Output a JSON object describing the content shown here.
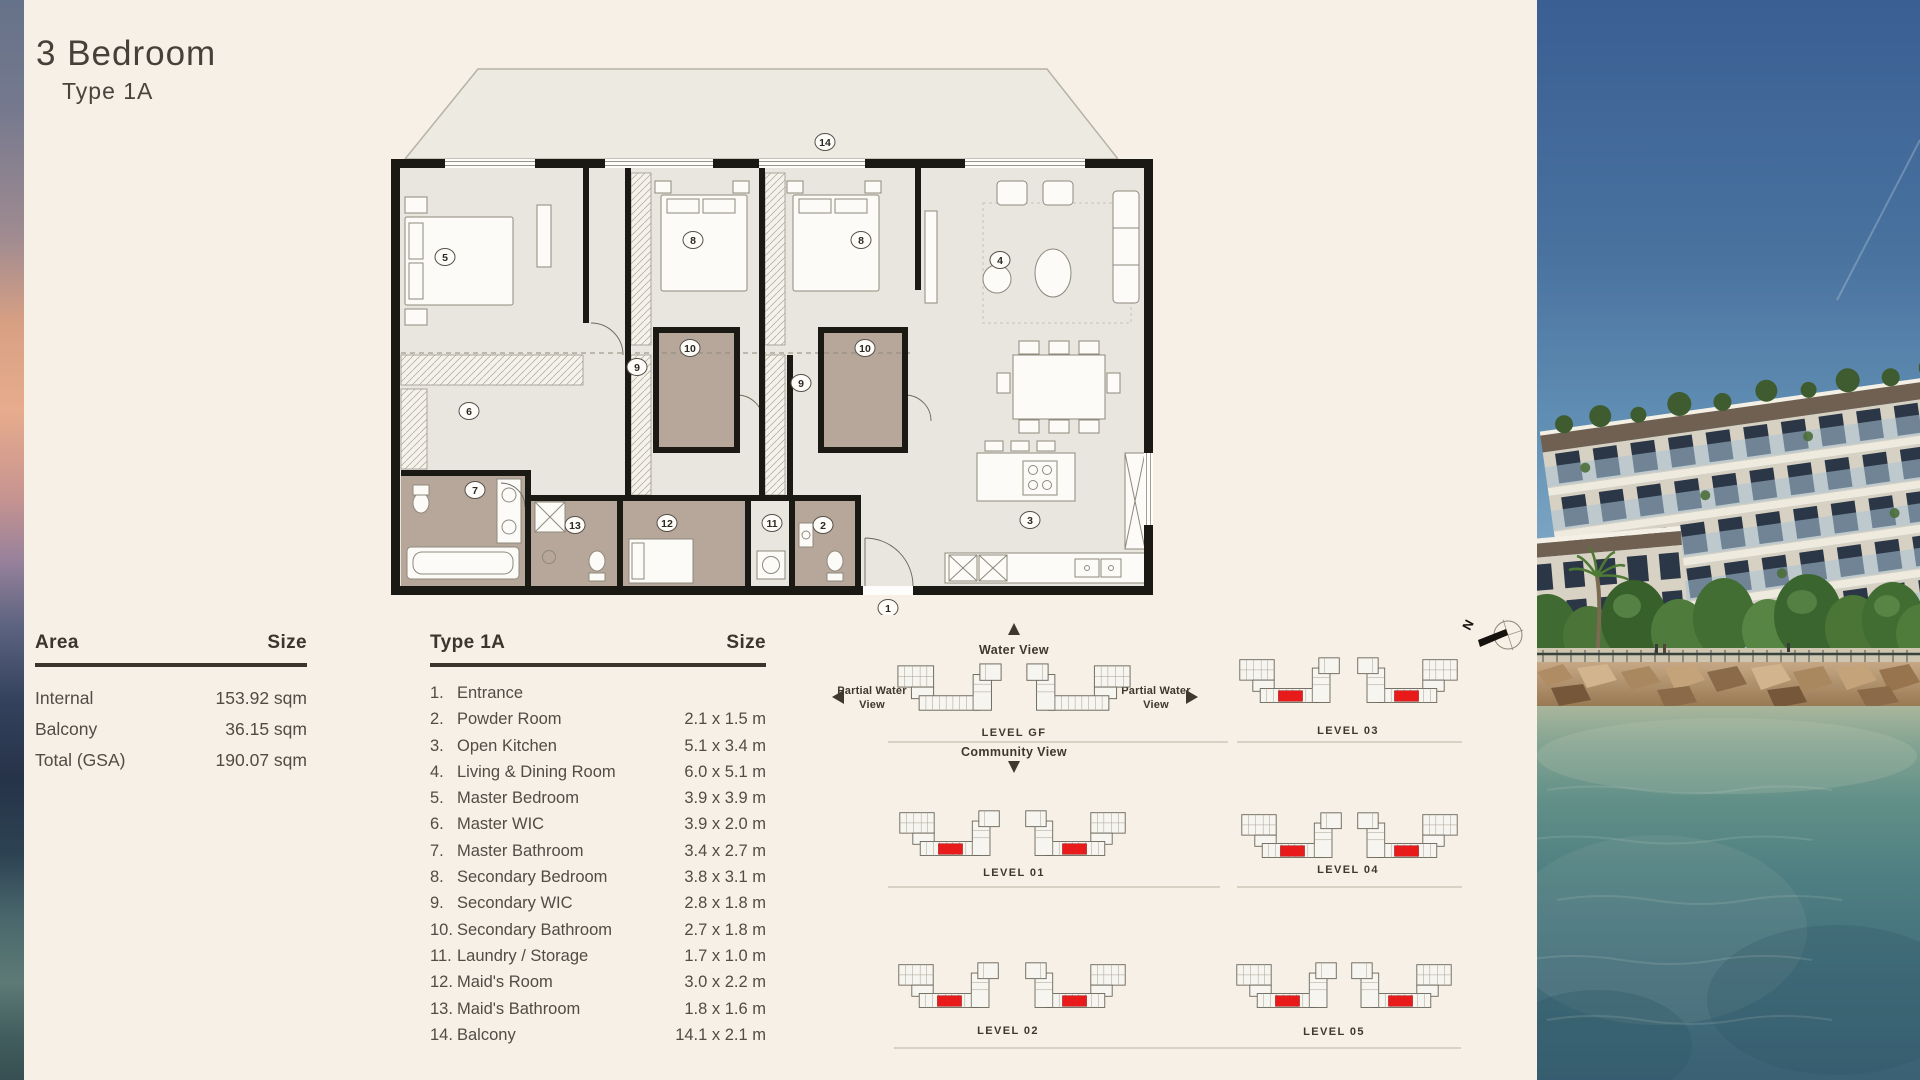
{
  "page": {
    "title": "3 Bedroom",
    "subtitle": "Type 1A"
  },
  "area_table": {
    "col_label": "Area",
    "col_size": "Size",
    "rows": [
      {
        "label": "Internal",
        "size": "153.92 sqm"
      },
      {
        "label": "Balcony",
        "size": "36.15 sqm"
      },
      {
        "label": "Total (GSA)",
        "size": "190.07 sqm"
      }
    ]
  },
  "type_table": {
    "col_label": "Type 1A",
    "col_size": "Size",
    "rows": [
      {
        "num": "1.",
        "label": "Entrance",
        "size": ""
      },
      {
        "num": "2.",
        "label": "Powder Room",
        "size": "2.1 x 1.5 m"
      },
      {
        "num": "3.",
        "label": "Open Kitchen",
        "size": "5.1 x 3.4 m"
      },
      {
        "num": "4.",
        "label": "Living & Dining Room",
        "size": "6.0 x 5.1 m"
      },
      {
        "num": "5.",
        "label": "Master Bedroom",
        "size": "3.9 x 3.9 m"
      },
      {
        "num": "6.",
        "label": "Master WIC",
        "size": "3.9 x 2.0 m"
      },
      {
        "num": "7.",
        "label": "Master Bathroom",
        "size": "3.4 x 2.7 m"
      },
      {
        "num": "8.",
        "label": "Secondary Bedroom",
        "size": "3.8 x 3.1 m"
      },
      {
        "num": "9.",
        "label": "Secondary WIC",
        "size": "2.8 x 1.8 m"
      },
      {
        "num": "10.",
        "label": "Secondary Bathroom",
        "size": "2.7 x 1.8 m"
      },
      {
        "num": "11.",
        "label": "Laundry / Storage",
        "size": "1.7 x 1.0 m"
      },
      {
        "num": "12.",
        "label": "Maid's Room",
        "size": "3.0 x 2.2 m"
      },
      {
        "num": "13.",
        "label": "Maid's Bathroom",
        "size": "1.8 x 1.6 m"
      },
      {
        "num": "14.",
        "label": "Balcony",
        "size": "14.1 x 2.1 m"
      }
    ]
  },
  "plan": {
    "badges": [
      {
        "n": "14"
      },
      {
        "n": "5"
      },
      {
        "n": "8"
      },
      {
        "n": "8"
      },
      {
        "n": "4"
      },
      {
        "n": "10"
      },
      {
        "n": "9"
      },
      {
        "n": "10"
      },
      {
        "n": "9"
      },
      {
        "n": "6"
      },
      {
        "n": "7"
      },
      {
        "n": "13"
      },
      {
        "n": "12"
      },
      {
        "n": "11"
      },
      {
        "n": "2"
      },
      {
        "n": "3"
      },
      {
        "n": "1"
      }
    ]
  },
  "levels": {
    "compass": {
      "water": "Water View",
      "partial_left_1": "Partial Water",
      "partial_left_2": "View",
      "partial_right_1": "Partial Water",
      "partial_right_2": "View",
      "community": "Community View",
      "north": "N"
    },
    "groups": [
      {
        "label": "LEVEL GF",
        "highlighted": false
      },
      {
        "label": "LEVEL 03",
        "highlighted": true
      },
      {
        "label": "LEVEL 01",
        "highlighted": true
      },
      {
        "label": "LEVEL 04",
        "highlighted": true
      },
      {
        "label": "LEVEL 02",
        "highlighted": true
      },
      {
        "label": "LEVEL 05",
        "highlighted": true
      }
    ]
  },
  "colors": {
    "background": "#f6f0e6",
    "accent_red": "#e81a1a",
    "bathroom_floor": "#b7a69a",
    "wall": "#1b1913"
  }
}
